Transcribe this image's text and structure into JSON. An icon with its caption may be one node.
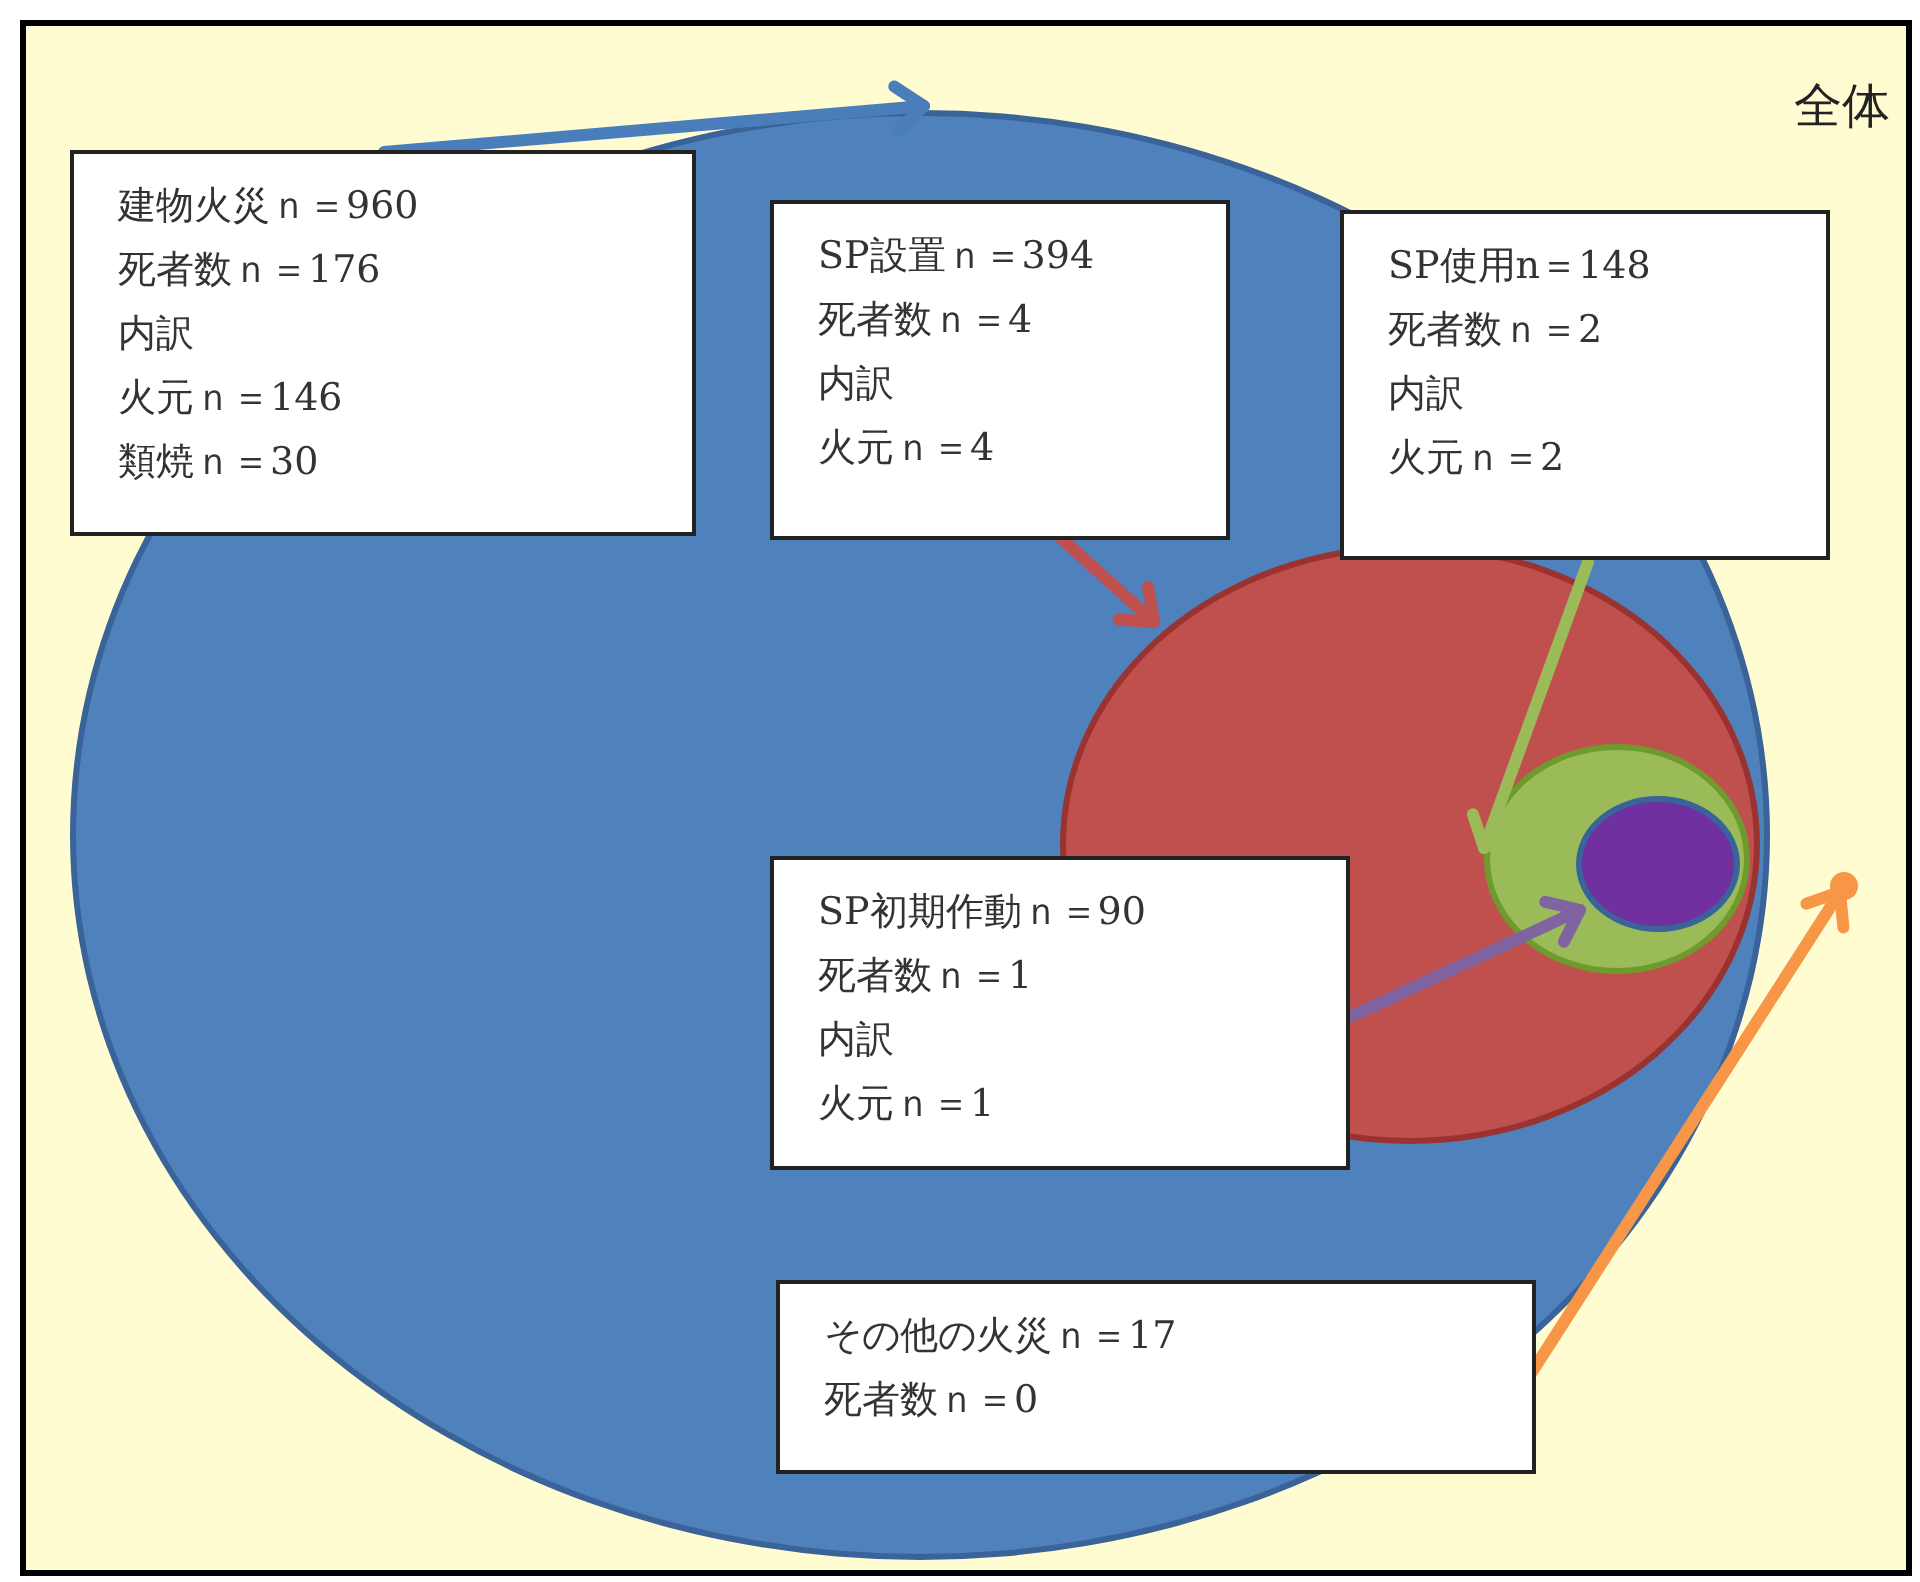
{
  "diagram": {
    "nodes": [
      {
        "text": [
          "全体"
        ]
      },
      {
        "text": [],
        "shape": "circle",
        "in": 0
      },
      {
        "text": [
          "建物火災ｎ＝960",
          "死者数ｎ＝176",
          "内訳",
          "火元ｎ＝146",
          "類焼ｎ＝30"
        ],
        "in": 1
      },
      {
        "text": [
          "SP設置ｎ＝394",
          "死者数ｎ＝4",
          "内訳",
          "火元ｎ＝4"
        ],
        "in": 1
      },
      {
        "text": [
          "SP使用n＝148",
          "死者数ｎ＝2",
          "内訳",
          "火元ｎ＝2"
        ],
        "in": 0
      },
      {
        "text": [],
        "shape": "circle",
        "in": 1
      },
      {
        "text": [],
        "shape": "circle",
        "in": 5
      },
      {
        "text": [],
        "shape": "circle",
        "in": 6
      },
      {
        "text": [],
        "shape": "circle",
        "in": 0
      },
      {
        "text": [
          "SP初期作動ｎ＝90",
          "死者数ｎ＝1",
          "内訳",
          "火元ｎ＝1"
        ],
        "in": 1
      },
      {
        "text": [
          "その他の火災ｎ＝17",
          "死者数ｎ＝0"
        ],
        "in": 1
      }
    ],
    "edges": [
      {
        "from": 2,
        "to": 1,
        "arrow": "to",
        "color": "#4a7ebb"
      },
      {
        "from": 3,
        "to": 5,
        "arrow": "to",
        "color": "#c0504d"
      },
      {
        "from": 4,
        "to": 6,
        "arrow": "to",
        "color": "#9bbb59"
      },
      {
        "from": 9,
        "to": 7,
        "arrow": "to",
        "color": "#8064a2"
      },
      {
        "from": 10,
        "to": 8,
        "arrow": "to",
        "color": "#f79646"
      }
    ]
  }
}
